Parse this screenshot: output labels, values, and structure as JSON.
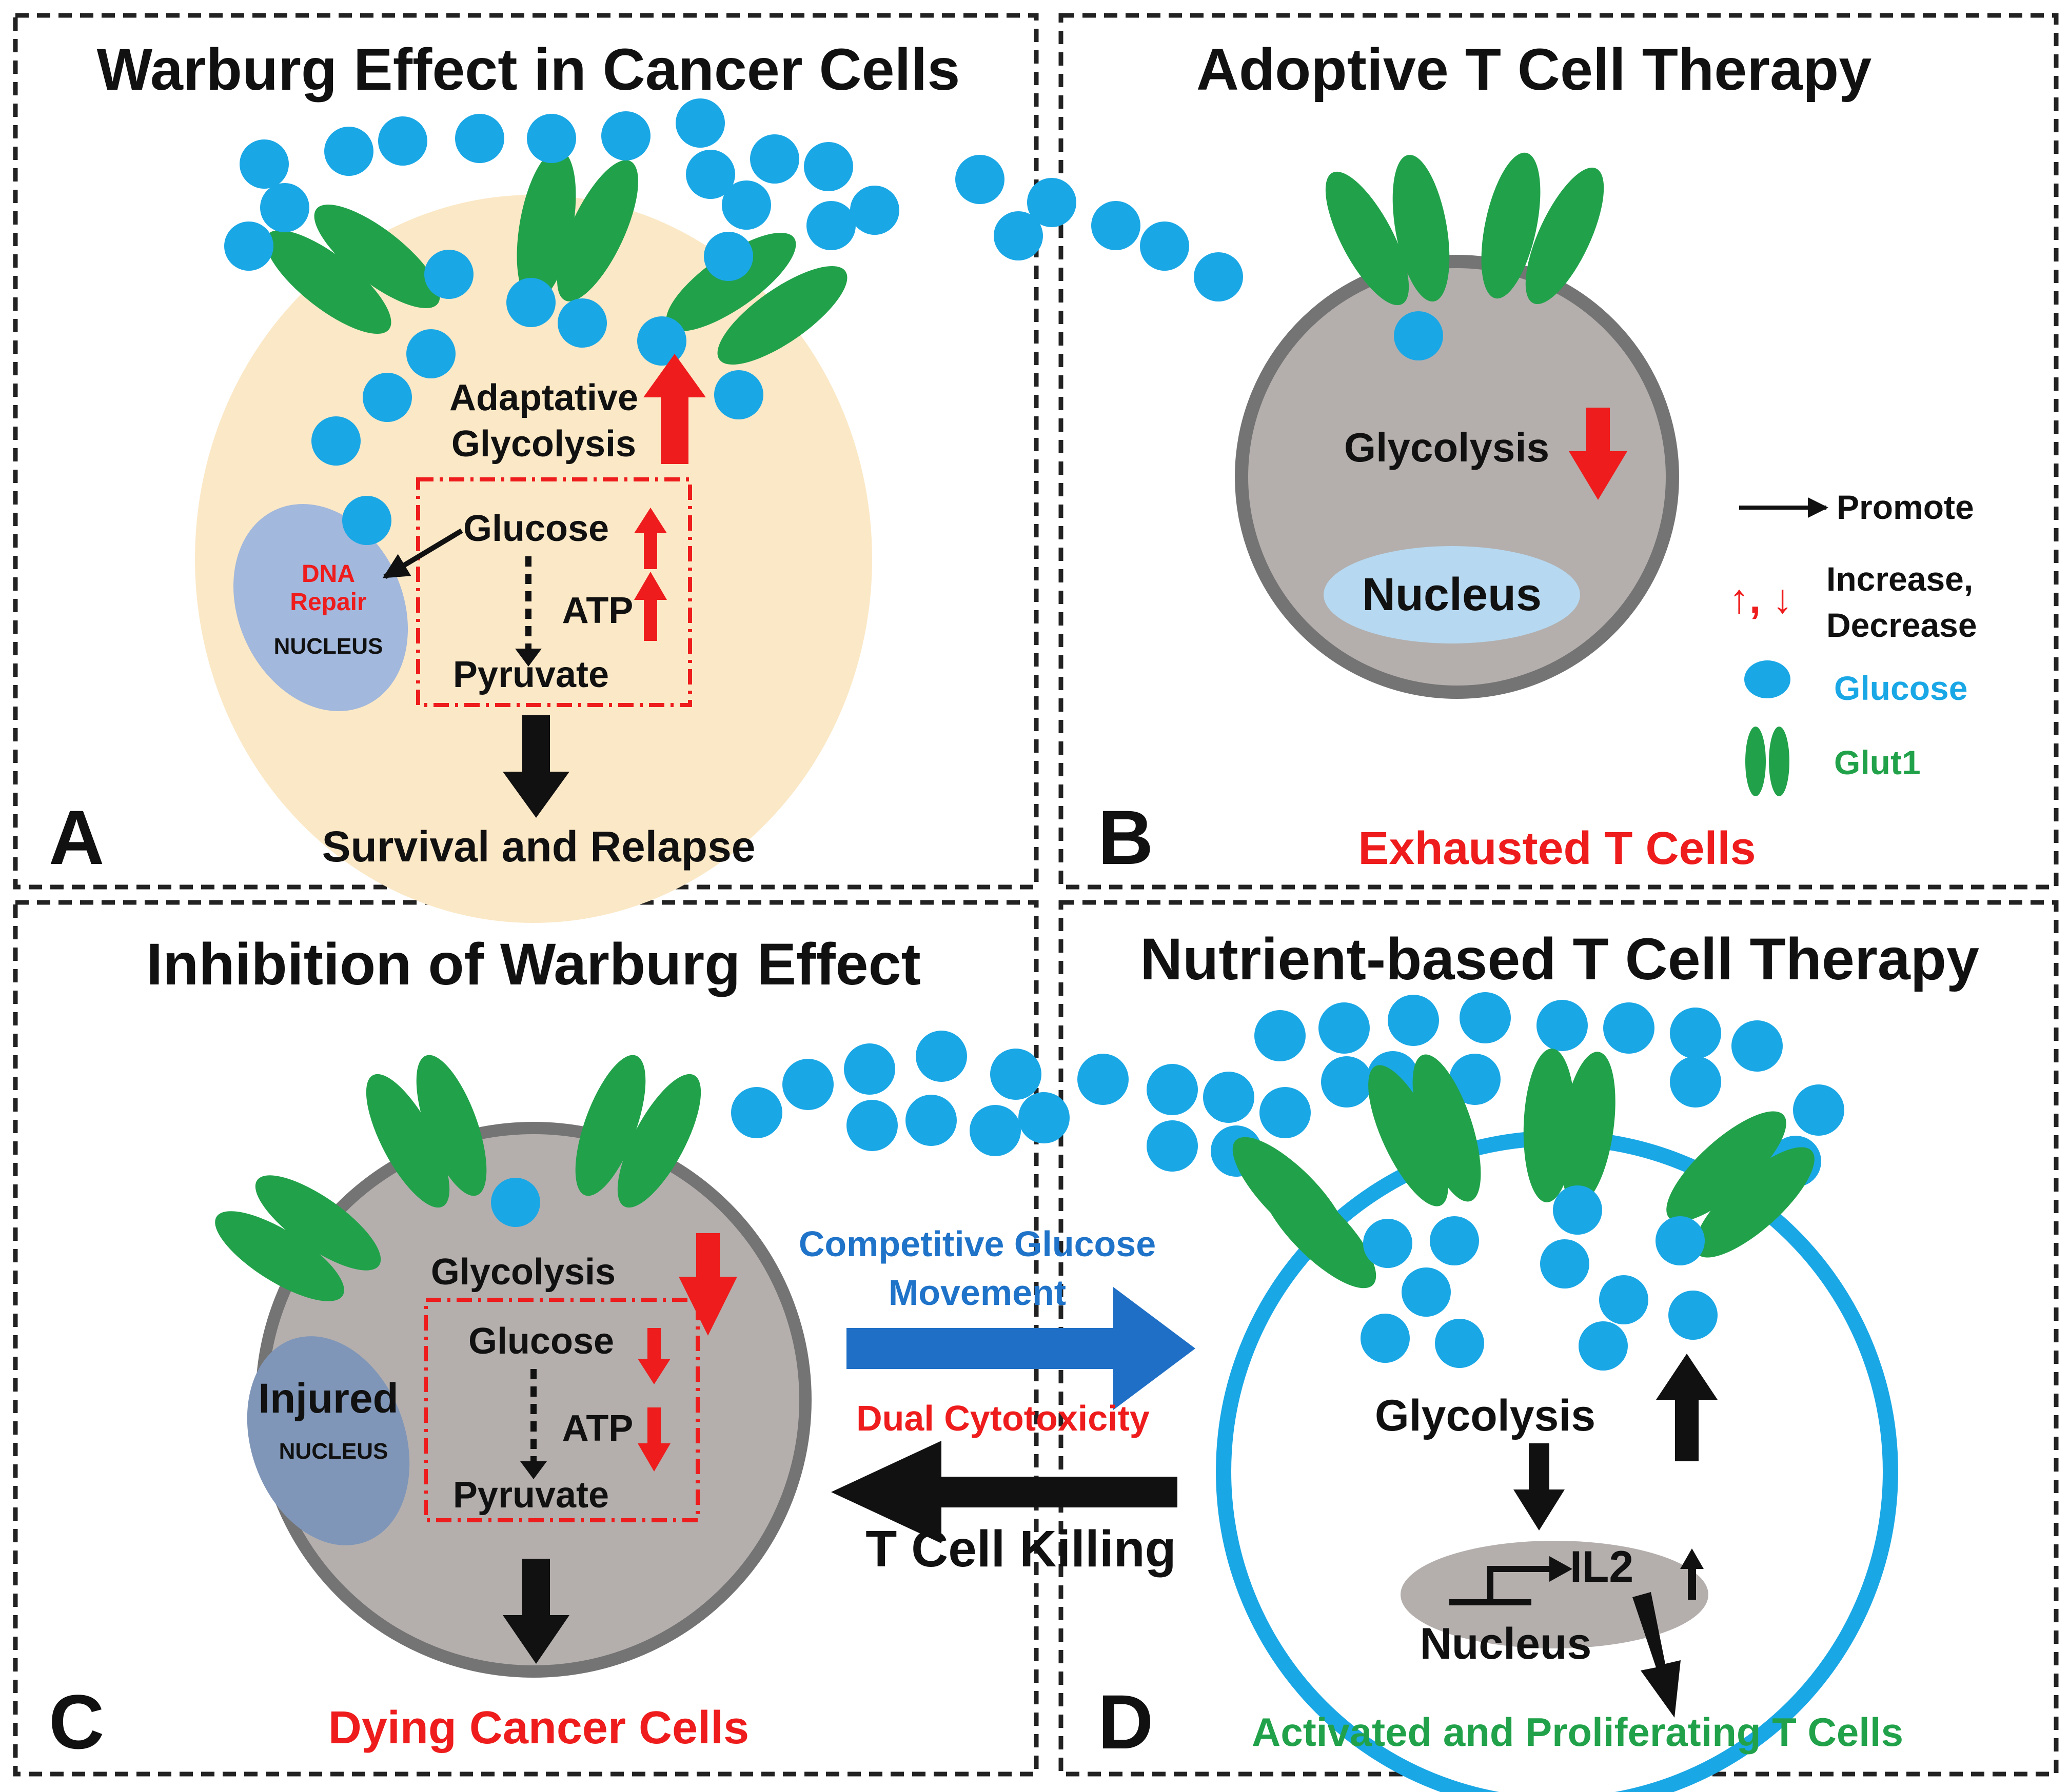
{
  "colors": {
    "glucose": "#1aa7e6",
    "glut1": "#21a24a",
    "red": "#ee1c1c",
    "blue_arrow": "#1f6fc6",
    "cancer_cytoplasm": "#fbe8c6",
    "grey_cell": "#b4afad",
    "grey_membrane": "#747474",
    "nucleus_blue": "#a2b8dc",
    "green_text": "#21a24a",
    "blue_text": "#1f73c8"
  },
  "panels": {
    "a": {
      "letter": "A",
      "title": "Warburg Effect in Cancer Cells",
      "adaptive_1": "Adaptative",
      "adaptive_2": "Glycolysis",
      "glucose": "Glucose",
      "atp": "ATP",
      "pyruvate": "Pyruvate",
      "dna": "DNA",
      "repair": "Repair",
      "nucleus": "NUCLEUS",
      "outcome": "Survival and Relapse"
    },
    "b": {
      "letter": "B",
      "title": "Adoptive T Cell Therapy",
      "glycolysis": "Glycolysis",
      "nucleus": "Nucleus",
      "outcome": "Exhausted T Cells"
    },
    "c": {
      "letter": "C",
      "title": "Inhibition of Warburg Effect",
      "glycolysis": "Glycolysis",
      "glucose": "Glucose",
      "atp": "ATP",
      "pyruvate": "Pyruvate",
      "injured": "Injured",
      "nucleus": "NUCLEUS",
      "outcome": "Dying Cancer Cells"
    },
    "d": {
      "letter": "D",
      "title": "Nutrient-based T Cell Therapy",
      "glycolysis": "Glycolysis",
      "il2": "IL2",
      "nucleus": "Nucleus",
      "outcome": "Activated and Proliferating T Cells"
    }
  },
  "middle": {
    "competitive_1": "Competitive Glucose",
    "competitive_2": "Movement",
    "dual": "Dual Cytotoxicity",
    "killing": "T Cell Killing"
  },
  "legend": {
    "promote": "Promote",
    "arrows": "↑, ↓",
    "increase": "Increase,",
    "decrease": "Decrease",
    "glucose": "Glucose",
    "glut1": "Glut1"
  }
}
